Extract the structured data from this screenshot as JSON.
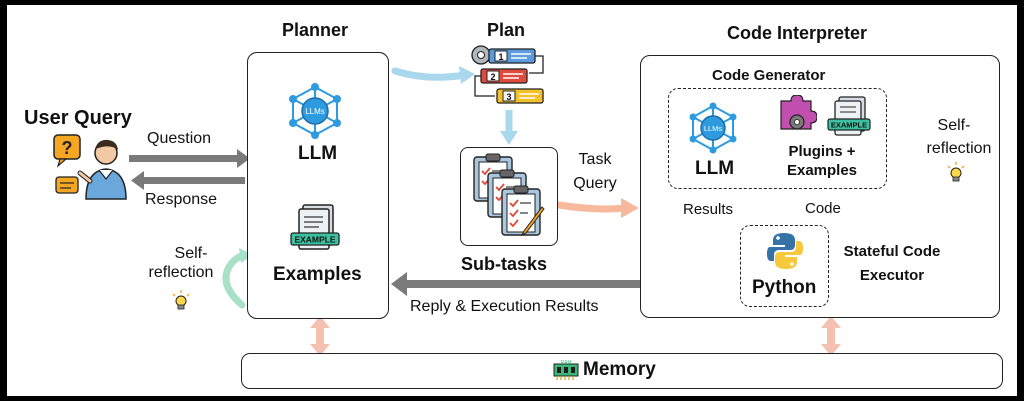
{
  "colors": {
    "light_blue_arrow": "#a9d8ec",
    "light_green_arrow": "#a8e0c8",
    "peach_arrow": "#f7b99c",
    "grey_arrow": "#7a7a7a",
    "double_arrow": "#f4c0b0",
    "llm_node": "#2e9be0"
  },
  "labels": {
    "user_query": "User Query",
    "question": "Question",
    "response": "Response",
    "planner": "Planner",
    "planner_llm": "LLM",
    "planner_examples": "Examples",
    "planner_self_reflection_1": "Self-",
    "planner_self_reflection_2": "reflection",
    "plan": "Plan",
    "plan_steps": [
      "1",
      "2",
      "3"
    ],
    "sub_tasks": "Sub-tasks",
    "task_query_1": "Task",
    "task_query_2": "Query",
    "reply_execution": "Reply & Execution Results",
    "code_interpreter": "Code Interpreter",
    "code_generator": "Code Generator",
    "cg_llm": "LLM",
    "plugins_examples_1": "Plugins +",
    "plugins_examples_2": "Examples",
    "ci_self_reflection_1": "Self-",
    "ci_self_reflection_2": "reflection",
    "results": "Results",
    "code": "Code",
    "python": "Python",
    "stateful_1": "Stateful Code",
    "stateful_2": "Executor",
    "memory": "Memory",
    "llms_badge": "LLMs",
    "example_badge": "EXAMPLE",
    "ram_badge": "RAM"
  }
}
